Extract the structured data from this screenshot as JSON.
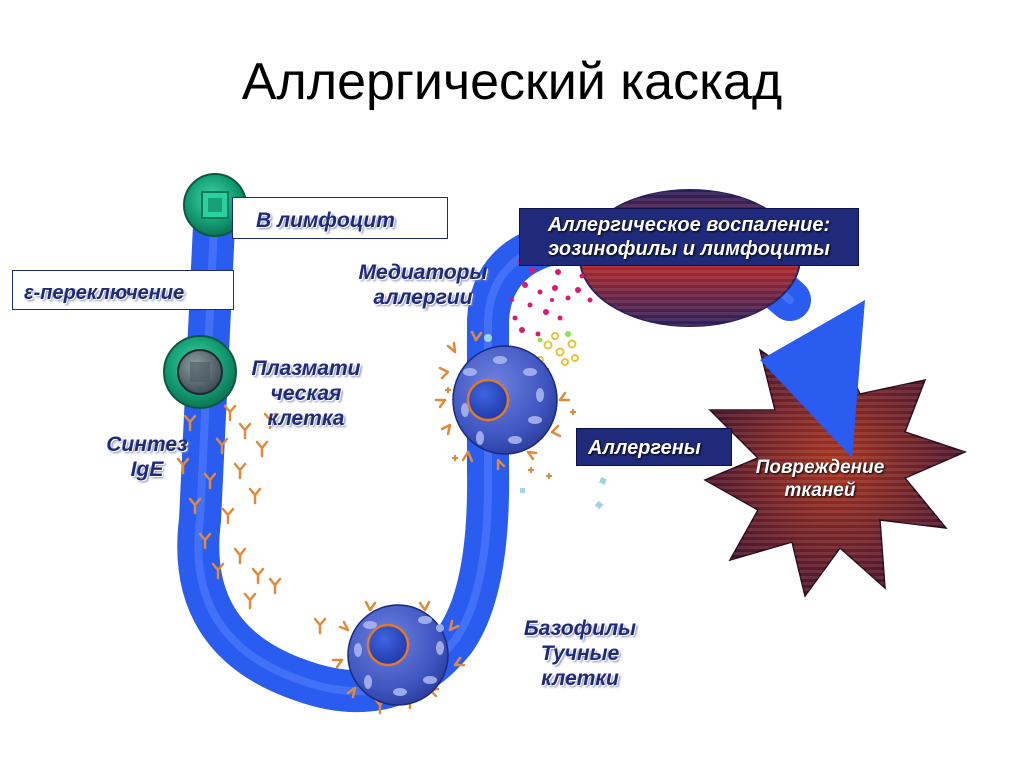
{
  "title": "Аллергический каскад",
  "labels": {
    "b_lymphocyte": "В лимфоцит",
    "epsilon_switch": "ε-переключение",
    "plasma_cell": [
      "Плазмати",
      "ческая",
      "клетка"
    ],
    "ige_synthesis": [
      "Синтез",
      "IgE"
    ],
    "mediators": [
      "Медиаторы",
      "аллергии"
    ],
    "allergic_inflammation": [
      "Аллергическое воспаление:",
      "эозинофилы и лимфоциты"
    ],
    "allergens": "Аллергены",
    "tissue_damage": [
      "Повреждение",
      "тканей"
    ],
    "basophils": [
      "Базофилы",
      "Тучные",
      "клетки"
    ]
  },
  "colors": {
    "pathway": "#2a5cf0",
    "pathway_dark": "#1d3fd0",
    "navy": "#1f2a7a",
    "cell_body": "#4f63c8",
    "cell_nucleus": "#2742b8",
    "nucleus_ring": "#e07a2a",
    "antibody": "#e08a3a",
    "lymphocyte": "#1a8c6a",
    "lymphocyte_core": "#1fb088",
    "mediator_magenta": "#d81b70",
    "mediator_yellow": "#e8c43a",
    "starburst": "#8b1a14",
    "inflammation_dark": "#2a1f5a",
    "inflammation_red": "#b0282a"
  },
  "icons": [
    "b-lymphocyte-cell",
    "plasma-cell",
    "mast-cell",
    "basophil-cell",
    "antibody-y",
    "starburst",
    "arrow"
  ]
}
